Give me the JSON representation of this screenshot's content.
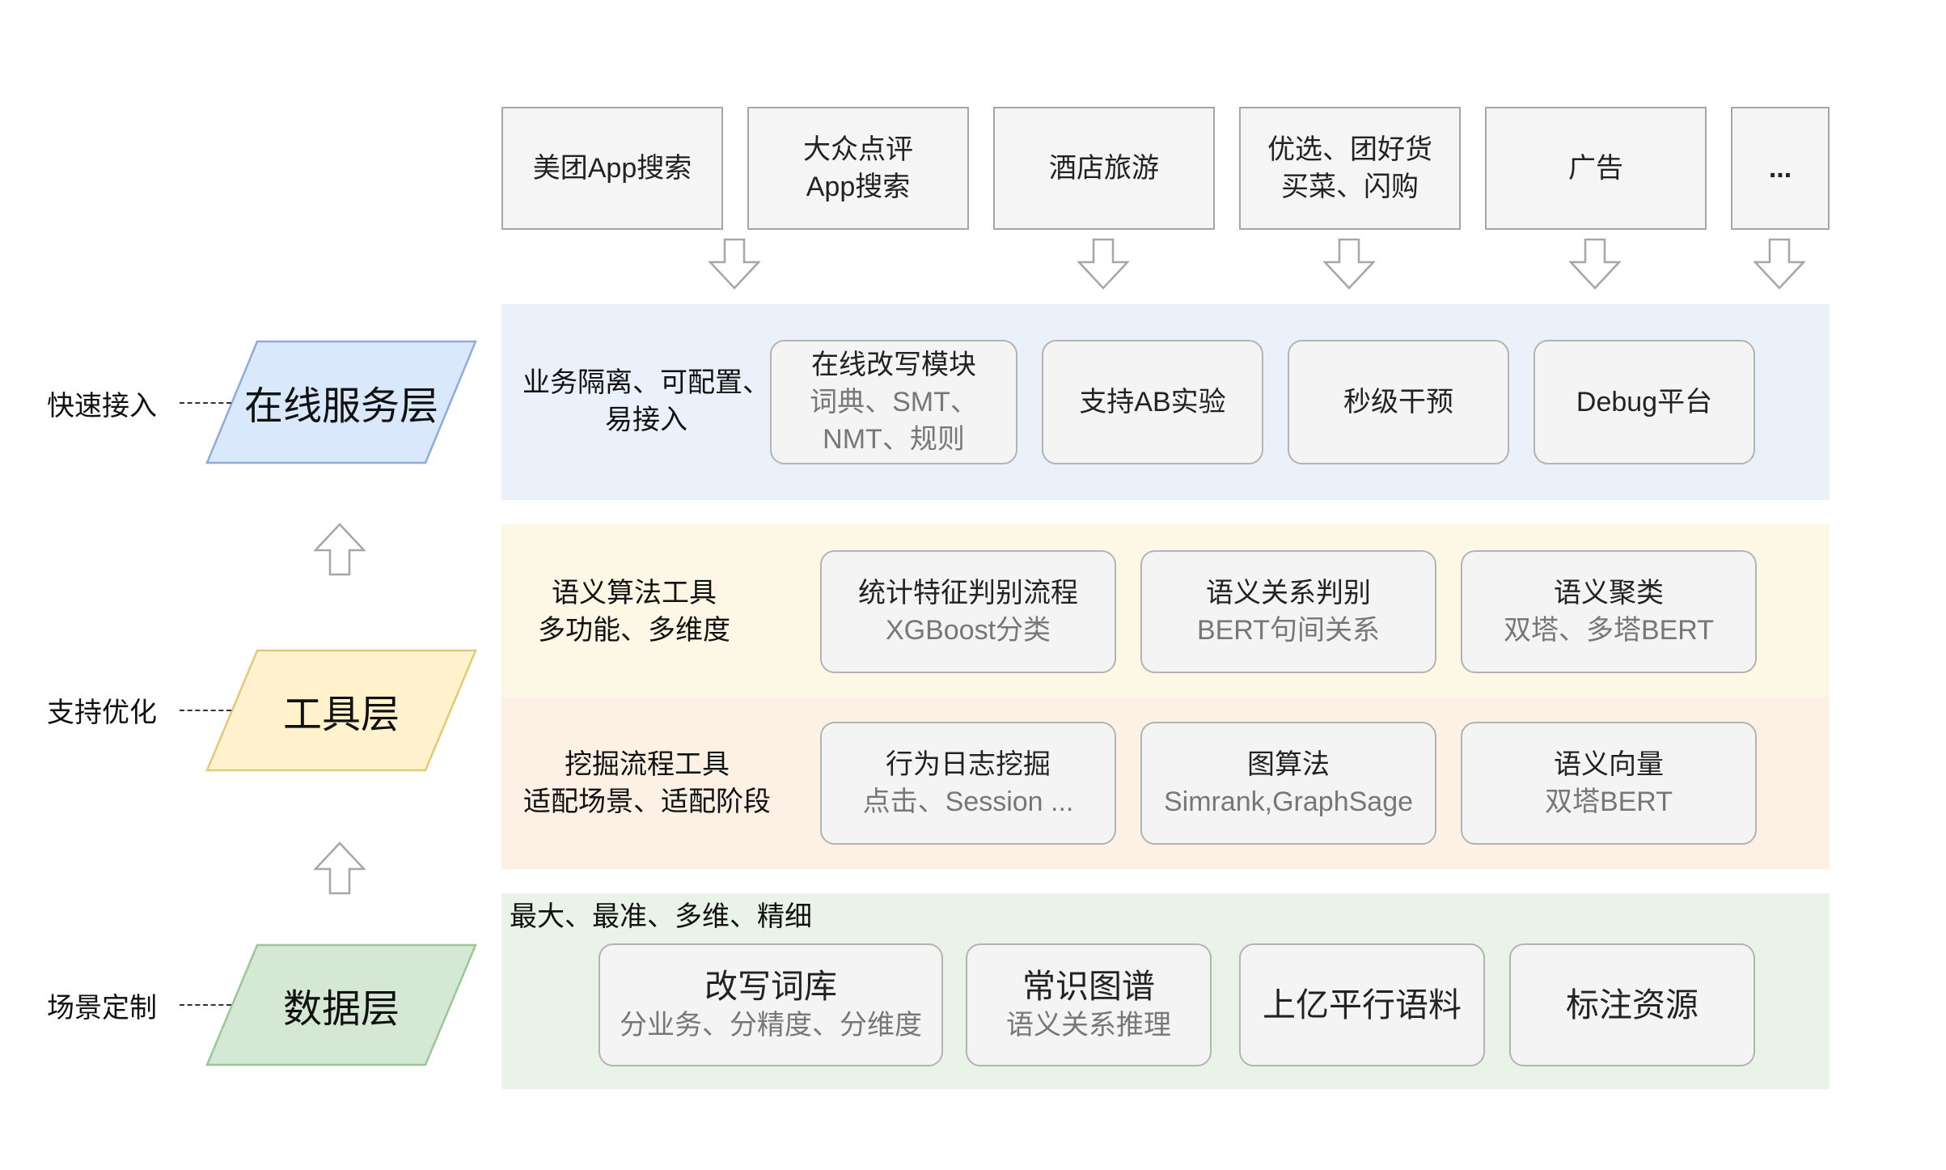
{
  "apps": [
    {
      "line1": "美团App搜索",
      "line2": ""
    },
    {
      "line1": "大众点评",
      "line2": "App搜索"
    },
    {
      "line1": "酒店旅游",
      "line2": ""
    },
    {
      "line1": "优选、团好货",
      "line2": "买菜、闪购"
    },
    {
      "line1": "广告",
      "line2": ""
    },
    {
      "line1": "...",
      "line2": ""
    }
  ],
  "online": {
    "label_line1": "业务隔离、可配置、",
    "label_line2": "易接入",
    "modules": [
      {
        "title": "在线改写模块",
        "sub1": "词典、SMT、",
        "sub2": "NMT、规则"
      },
      {
        "title": "支持AB实验"
      },
      {
        "title": "秒级干预"
      },
      {
        "title": "Debug平台"
      }
    ]
  },
  "tools_semantic": {
    "label_line1": "语义算法工具",
    "label_line2": "多功能、多维度",
    "modules": [
      {
        "title": "统计特征判别流程",
        "sub": "XGBoost分类"
      },
      {
        "title": "语义关系判别",
        "sub": "BERT句间关系"
      },
      {
        "title": "语义聚类",
        "sub": "双塔、多塔BERT"
      }
    ]
  },
  "tools_mining": {
    "label_line1": "挖掘流程工具",
    "label_line2": "适配场景、适配阶段",
    "modules": [
      {
        "title": "行为日志挖掘",
        "sub": "点击、Session ..."
      },
      {
        "title": "图算法",
        "sub": "Simrank,GraphSage"
      },
      {
        "title": "语义向量",
        "sub": "双塔BERT"
      }
    ]
  },
  "data": {
    "label": "最大、最准、多维、精细",
    "modules": [
      {
        "title": "改写词库",
        "sub": "分业务、分精度、分维度"
      },
      {
        "title": "常识图谱",
        "sub": "语义关系推理"
      },
      {
        "title": "上亿平行语料"
      },
      {
        "title": "标注资源"
      }
    ]
  },
  "layers": {
    "online": "在线服务层",
    "tools": "工具层",
    "data": "数据层"
  },
  "side_labels": {
    "online": "快速接入",
    "tools": "支持优化",
    "data": "场景定制"
  },
  "colors": {
    "online_fill": "#dae8fc",
    "online_stroke": "#8fabd6",
    "tools_fill": "#fff2cc",
    "tools_stroke": "#e0c97a",
    "data_fill": "#d5e8d4",
    "data_stroke": "#9cc59a"
  }
}
